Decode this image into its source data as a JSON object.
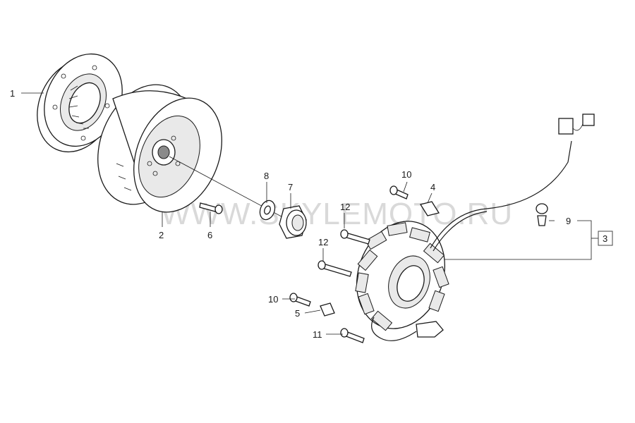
{
  "watermark": "WWW.SKYLEMOTO.RU",
  "colors": {
    "line": "#1a1a1a",
    "watermark": "#d9d9d9",
    "box_border": "#444444"
  },
  "callouts": {
    "p1": "1",
    "p2": "2",
    "p3": "3",
    "p4": "4",
    "p5": "5",
    "p6": "6",
    "p7": "7",
    "p8": "8",
    "p9": "9",
    "p10a": "10",
    "p10b": "10",
    "p11": "11",
    "p12a": "12",
    "p12b": "12"
  }
}
